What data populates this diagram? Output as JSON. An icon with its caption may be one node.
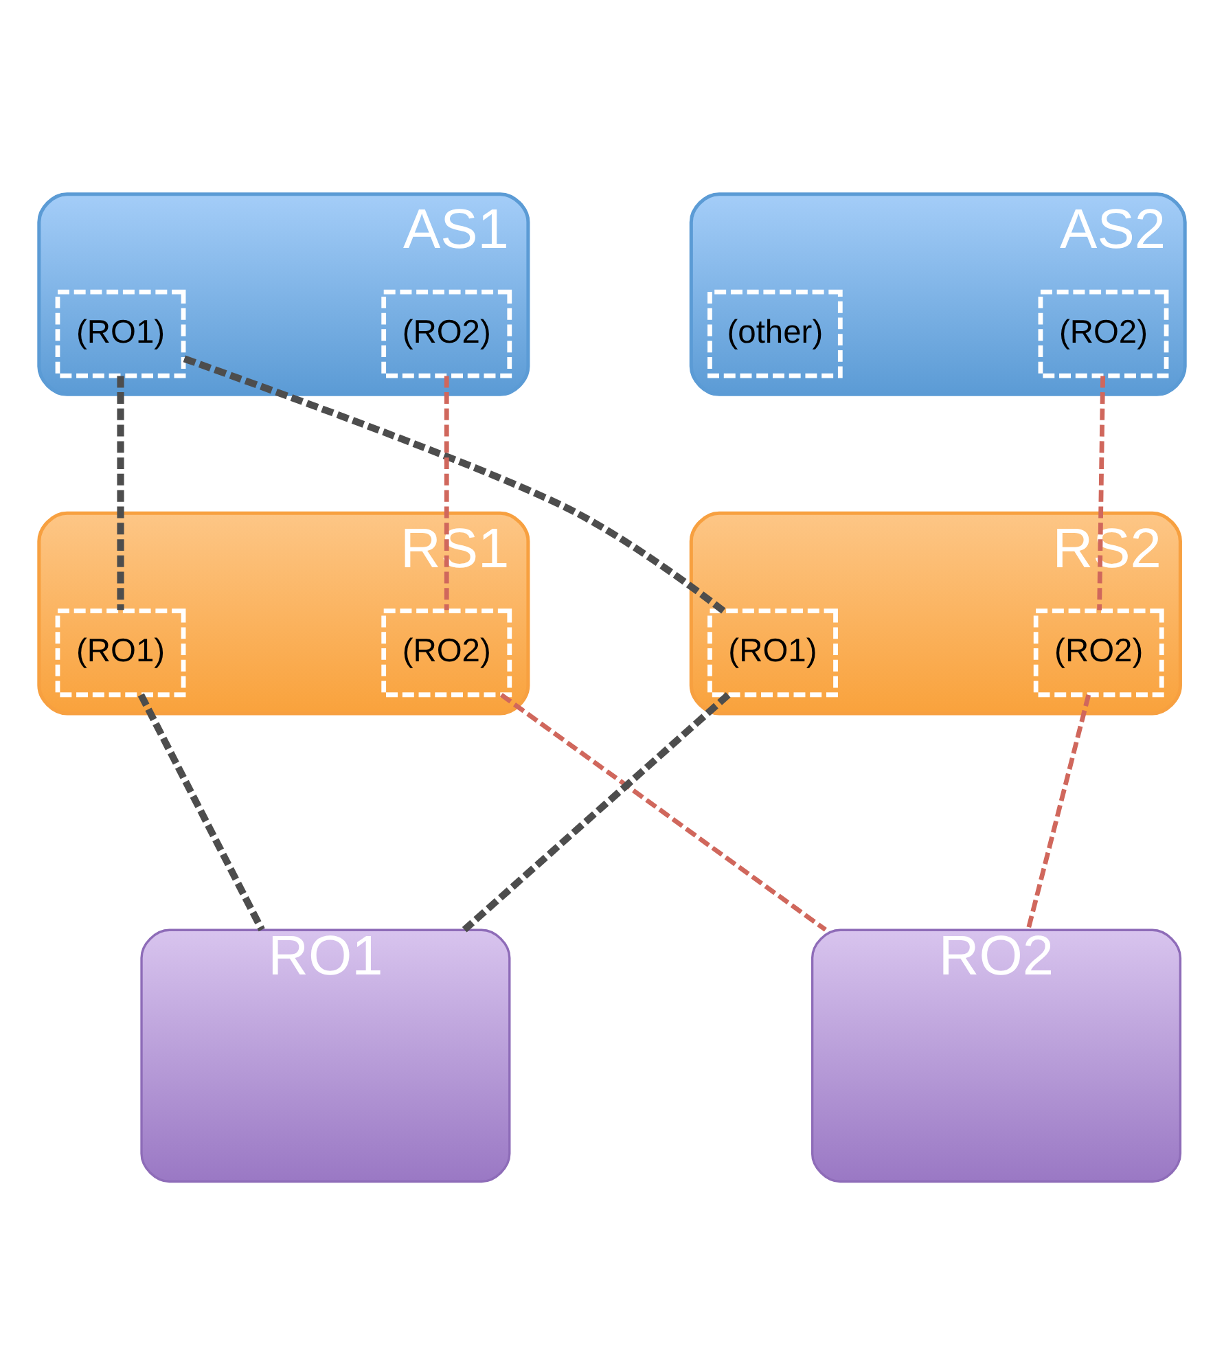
{
  "diagram": {
    "nodes": [
      {
        "text": [
          "AS1"
        ]
      },
      {
        "text": [
          "(RO1)"
        ],
        "in": 0
      },
      {
        "text": [
          "(RO2)"
        ],
        "in": 0
      },
      {
        "text": [
          "AS2"
        ]
      },
      {
        "text": [
          "(other)"
        ],
        "in": 3
      },
      {
        "text": [
          "(RO2)"
        ],
        "in": 3
      },
      {
        "text": [
          "RS1"
        ]
      },
      {
        "text": [
          "(RO1)"
        ],
        "in": 6
      },
      {
        "text": [
          "(RO2)"
        ],
        "in": 6
      },
      {
        "text": [
          "RS2"
        ]
      },
      {
        "text": [
          "(RO1)"
        ],
        "in": 9
      },
      {
        "text": [
          "(RO2)"
        ],
        "in": 9
      },
      {
        "text": [
          "RO1"
        ]
      },
      {
        "text": [
          "RO2"
        ]
      }
    ],
    "edges": [
      {
        "from": 1,
        "to": 7,
        "arrow": "none",
        "style": "dashed"
      },
      {
        "from": 1,
        "to": 10,
        "arrow": "none",
        "style": "dashed"
      },
      {
        "from": 2,
        "to": 8,
        "arrow": "none",
        "style": "dashed",
        "color": "#d0675c"
      },
      {
        "from": 5,
        "to": 11,
        "arrow": "none",
        "style": "dashed",
        "color": "#d0675c"
      },
      {
        "from": 7,
        "to": 12,
        "arrow": "none",
        "style": "dashed"
      },
      {
        "from": 10,
        "to": 12,
        "arrow": "none",
        "style": "dashed"
      },
      {
        "from": 8,
        "to": 13,
        "arrow": "none",
        "style": "dashed",
        "color": "#d0675c"
      },
      {
        "from": 11,
        "to": 13,
        "arrow": "none",
        "style": "dashed",
        "color": "#d0675c"
      }
    ]
  }
}
